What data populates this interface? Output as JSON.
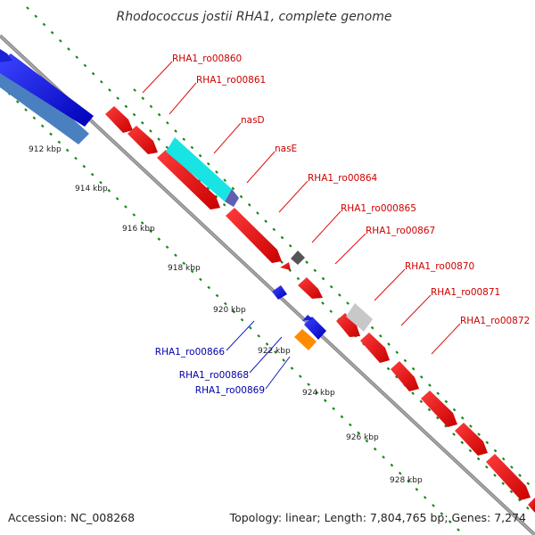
{
  "title": "Rhodococcus jostii RHA1, complete genome",
  "footer": {
    "accession": "Accession: NC_008268",
    "summary": "Topology: linear; Length: 7,804,765 bp; Genes: 7,274"
  },
  "colors": {
    "forward_gene": "#e8000b",
    "reverse_gene": "#0a14e0",
    "label_forward": "#cc0000",
    "label_reverse": "#0000aa",
    "backbone": "#8c8c8c",
    "tick_dots": "#1a8a1a",
    "nasD": "#18e4e4",
    "grey_feature": "#c8c8c8",
    "dark_feature": "#555555",
    "orange_feature": "#ff8c00",
    "steel_feature": "#4a7fc0"
  },
  "scale": {
    "ticks": [
      "912 kbp",
      "914 kbp",
      "916 kbp",
      "918 kbp",
      "920 kbp",
      "922 kbp",
      "924 kbp",
      "926 kbp",
      "928 kbp"
    ]
  },
  "gene_labels": {
    "forward": [
      "RHA1_ro00860",
      "RHA1_ro00861",
      "nasD",
      "nasE",
      "RHA1_ro00864",
      "RHA1_ro000865",
      "RHA1_ro00867",
      "RHA1_ro00870",
      "RHA1_ro00871",
      "RHA1_ro00872"
    ],
    "reverse": [
      "RHA1_ro00866",
      "RHA1_ro00868",
      "RHA1_ro00869"
    ]
  }
}
